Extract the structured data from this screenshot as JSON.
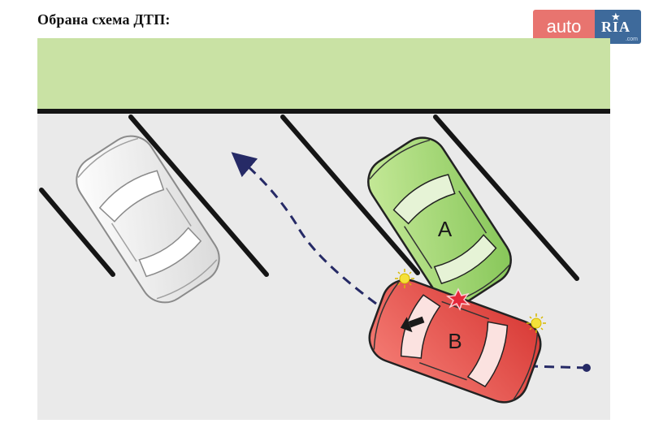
{
  "heading": "Обрана схема ДТП:",
  "logo": {
    "auto": "auto",
    "ria": "RIA",
    "domain": ".com",
    "auto_color": "#e8746f",
    "ria_color": "#3e6a9b"
  },
  "scene": {
    "sidewalk_color": "#c9e2a4",
    "road_color": "#eaeaea",
    "car_a_color": "#9ed46f",
    "car_b_color": "#e94a45",
    "parked_car_color": "#f2f2f2",
    "path_color": "#262a66"
  },
  "cars": {
    "a_label": "A",
    "b_label": "B"
  },
  "icons": {
    "impact": "collision-burst-icon",
    "signal": "turn-signal-icon",
    "direction": "direction-arrow-icon"
  }
}
